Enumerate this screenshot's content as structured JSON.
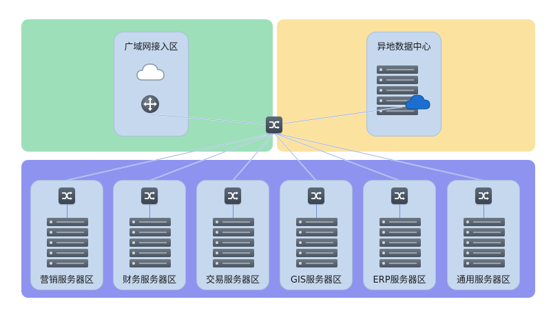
{
  "zones": {
    "wan": {
      "title": "广域网接入区"
    },
    "datacenter": {
      "title": "异地数据中心"
    }
  },
  "server_zones": [
    {
      "label": "营销服务器区"
    },
    {
      "label": "财务服务器区"
    },
    {
      "label": "交易服务器区"
    },
    {
      "label": "GIS服务器区"
    },
    {
      "label": "ERP服务器区"
    },
    {
      "label": "通用服务器区"
    }
  ],
  "colors": {
    "wan_zone": "#9ddfb9",
    "datacenter_zone": "#fbe29f",
    "server_zone": "#8e93f0",
    "card": "#c5d8ee",
    "cloud_blue": "#1c6fd1"
  }
}
